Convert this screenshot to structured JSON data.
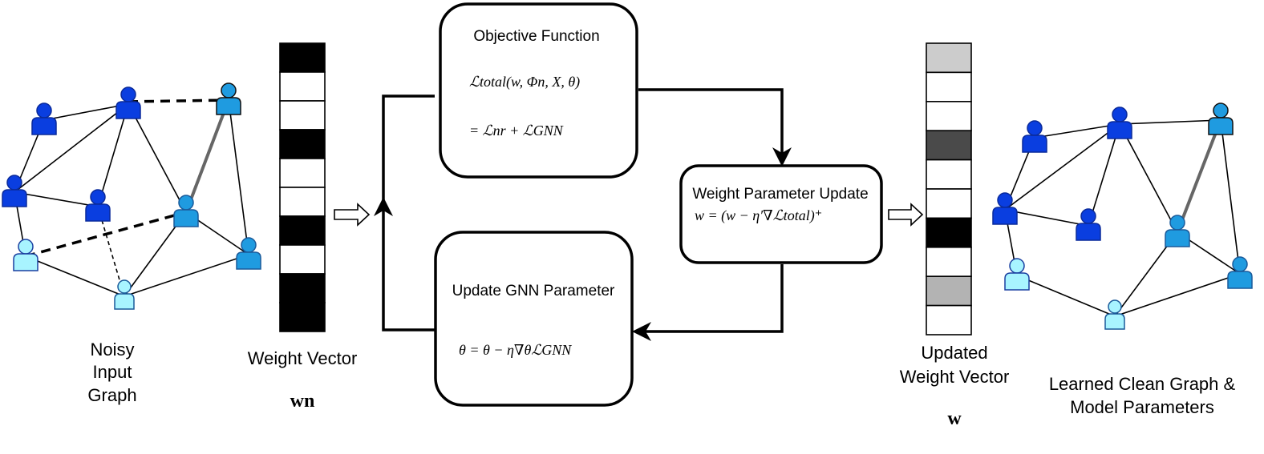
{
  "objective_box": {
    "title": "Objective Function",
    "formula_line1": "ℒtotal(w, Φn, X, θ)",
    "formula_line2": "= ℒnr + ℒGNN"
  },
  "update_gnn_box": {
    "title": "Update GNN Parameter",
    "formula": "θ = θ − η∇θℒGNN"
  },
  "weight_update_box": {
    "title": "Weight Parameter Update",
    "formula": "w = (w − η′∇ℒtotal)⁺"
  },
  "left_graph": {
    "caption": [
      "Noisy",
      "Input",
      "Graph"
    ]
  },
  "right_graph": {
    "caption": [
      "Learned Clean Graph &",
      "Model Parameters"
    ]
  },
  "weight_vector": {
    "caption": "Weight Vector",
    "symbol": "wn",
    "cells": [
      "#000000",
      "#ffffff",
      "#ffffff",
      "#000000",
      "#ffffff",
      "#ffffff",
      "#000000",
      "#ffffff",
      "#000000",
      "#000000"
    ]
  },
  "updated_vector": {
    "caption": [
      "Updated",
      "Weight Vector"
    ],
    "symbol": "w",
    "cells": [
      "#cccccc",
      "#ffffff",
      "#ffffff",
      "#4a4a4a",
      "#ffffff",
      "#ffffff",
      "#000000",
      "#ffffff",
      "#b3b3b3",
      "#ffffff"
    ]
  },
  "colors": {
    "node_dark": "#0a3ee0",
    "node_mid": "#1976e8",
    "node_sky": "#1f9be0",
    "node_light": "#a8f4ff"
  }
}
